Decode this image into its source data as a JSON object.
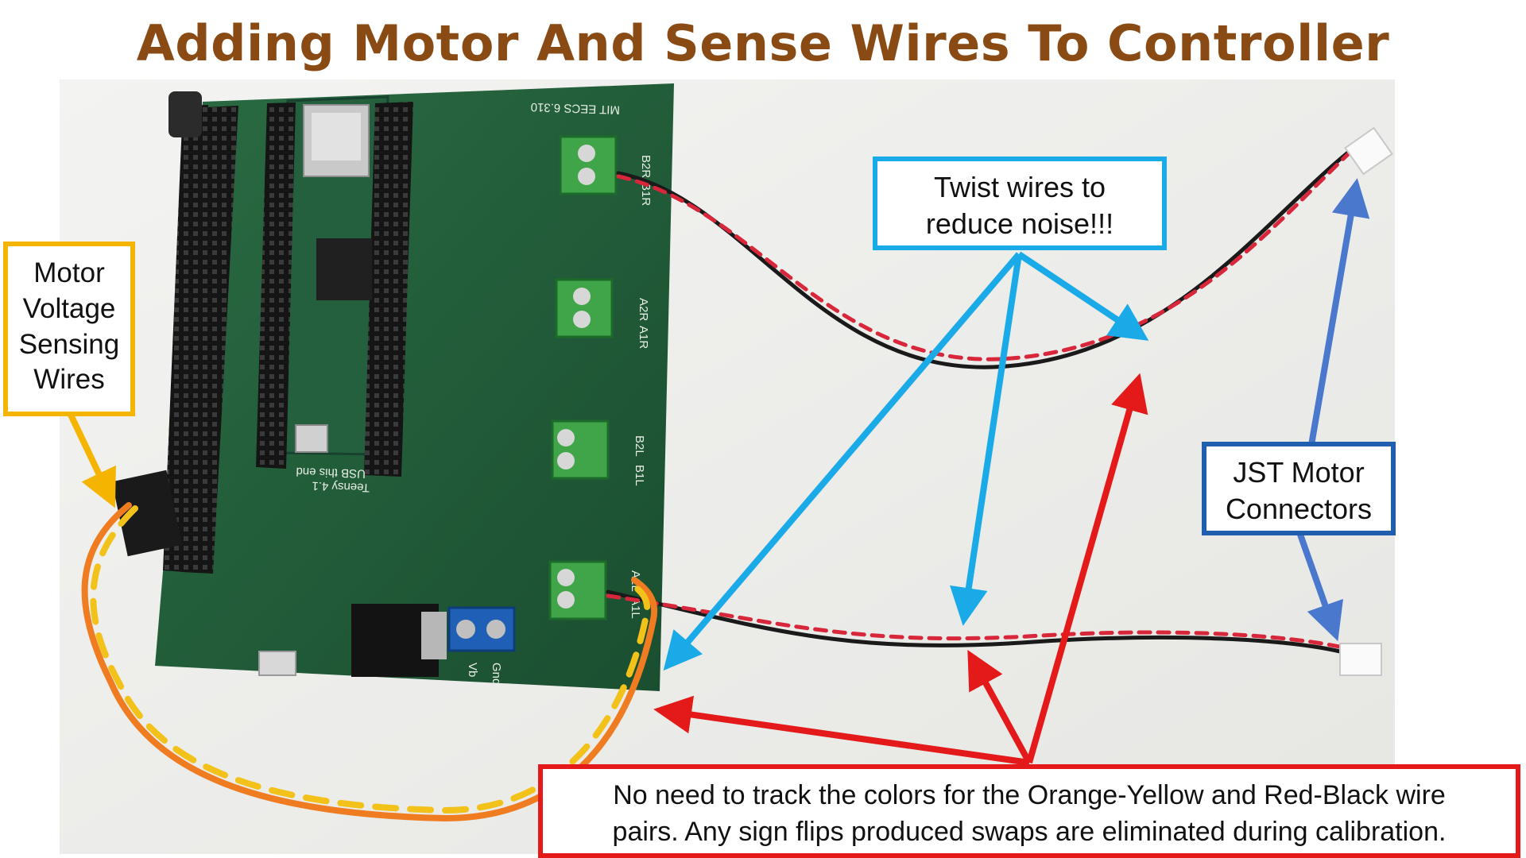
{
  "title": "Adding Motor And Sense Wires To Controller",
  "board_silkscreen": {
    "header": "MIT EECS 6.310",
    "terminals": [
      "B2R",
      "B1R",
      "A2R",
      "A1R",
      "B2L",
      "B1L",
      "A2L",
      "A1L"
    ],
    "usb_label": "USB this end",
    "teensy_label": "Teensy 4.1",
    "power_labels": [
      "Vb",
      "Gnd"
    ]
  },
  "callouts": {
    "motor_voltage": [
      "Motor",
      "Voltage",
      "Sensing",
      "Wires"
    ],
    "twist": [
      "Twist wires to",
      "reduce noise!!!"
    ],
    "jst": [
      "JST Motor",
      "Connectors"
    ],
    "colors_note": [
      "No need to  track the colors for the Orange-Yellow and Red-Black wire",
      "pairs. Any sign flips produced swaps are eliminated during calibration."
    ]
  },
  "colors": {
    "title": "#8a4a14",
    "pcb_green": "#1f5a37",
    "yellow_callout": "#f4b400",
    "cyan_callout": "#1aaae8",
    "blue_callout": "#1f5fae",
    "red_callout": "#e41a1a",
    "wire_red": "#d8263a",
    "wire_black": "#1a1a1a",
    "wire_orange": "#f07c22",
    "wire_yellow": "#f3c21a"
  }
}
